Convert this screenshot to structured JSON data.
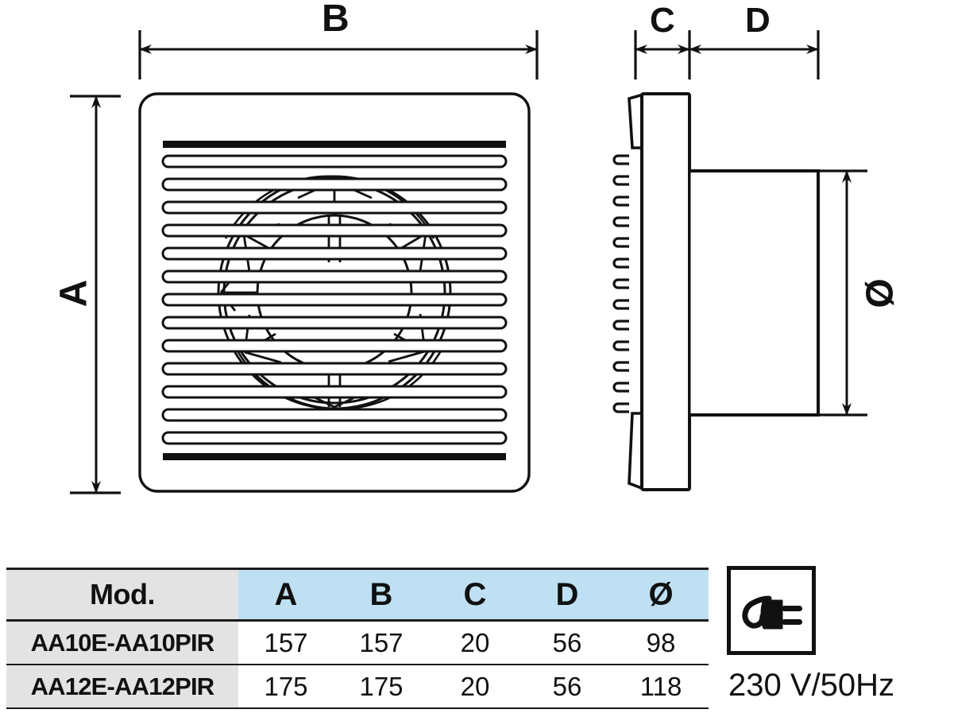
{
  "document": {
    "type": "technical-dimension-drawing",
    "subject": "wall-mounted axial extractor fan"
  },
  "dimension_labels": {
    "a": "A",
    "b": "B",
    "c": "C",
    "d": "D",
    "diameter": "Ø"
  },
  "views": {
    "front": {
      "name": "front-view",
      "louver_count": 13
    },
    "side": {
      "name": "side-view",
      "louver_count": 13
    }
  },
  "spec_table": {
    "headers": [
      "Mod.",
      "A",
      "B",
      "C",
      "D",
      "Ø"
    ],
    "rows": [
      {
        "model": "AA10E-AA10PIR",
        "values": [
          "157",
          "157",
          "20",
          "56",
          "98"
        ]
      },
      {
        "model": "AA12E-AA12PIR",
        "values": [
          "175",
          "175",
          "20",
          "56",
          "118"
        ]
      }
    ]
  },
  "power": {
    "icon": "power-plug-icon",
    "voltage_label": "230 V/50Hz"
  },
  "colors": {
    "header_blue": "#bfe0f2",
    "header_gray": "#e3e3e3",
    "line": "#111111",
    "background": "#ffffff"
  }
}
